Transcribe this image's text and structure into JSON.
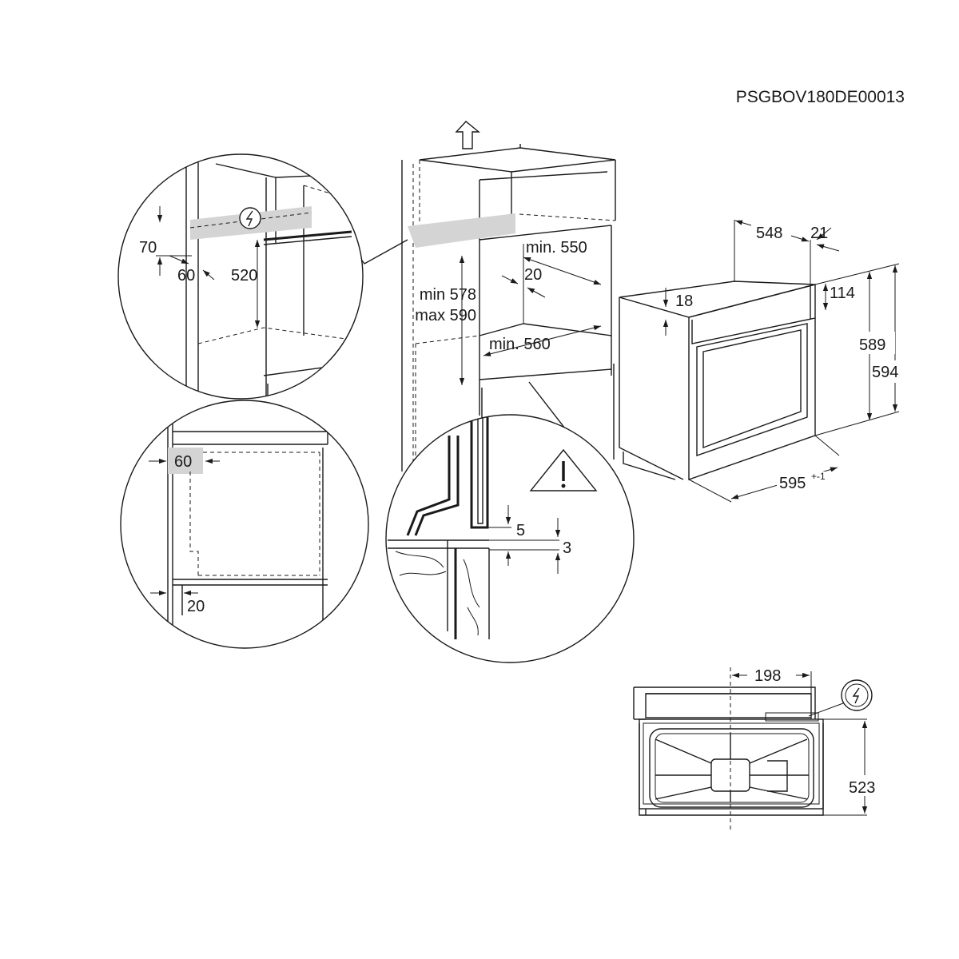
{
  "document": {
    "code": "PSGBOV180DE00013"
  },
  "dimensions": {
    "detail_top_left": {
      "d70": "70",
      "d60": "60",
      "d520": "520"
    },
    "detail_bottom_left": {
      "d60": "60",
      "d20": "20"
    },
    "cabinet": {
      "min_height": "min 578",
      "max_height": "max 590",
      "min_550": "min. 550",
      "d20": "20",
      "min_560": "min. 560"
    },
    "detail_bottom_middle": {
      "d5": "5",
      "d3": "3"
    },
    "oven": {
      "d548": "548",
      "d21": "21",
      "d18": "18",
      "d114": "114",
      "d589": "589",
      "d594": "594",
      "d595": "595",
      "tolerance": "+-1"
    },
    "top_view": {
      "d198": "198",
      "d523": "523"
    }
  },
  "icons": [
    "power-outlet-icon",
    "warning-triangle-icon",
    "up-arrow-icon"
  ]
}
